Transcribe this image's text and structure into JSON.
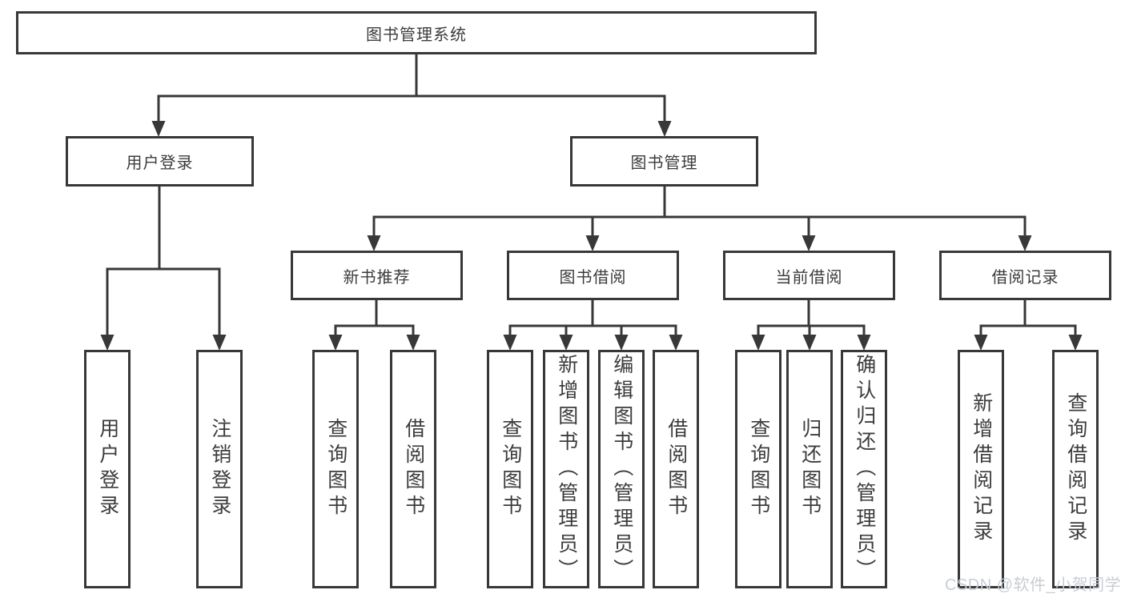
{
  "diagram": {
    "type": "tree",
    "root": {
      "label": "图书管理系统",
      "children": [
        {
          "label": "用户登录",
          "children": [
            {
              "label": "用户登录"
            },
            {
              "label": "注销登录"
            }
          ]
        },
        {
          "label": "图书管理",
          "children": [
            {
              "label": "新书推荐",
              "children": [
                {
                  "label": "查询图书"
                },
                {
                  "label": "借阅图书"
                }
              ]
            },
            {
              "label": "图书借阅",
              "children": [
                {
                  "label": "查询图书"
                },
                {
                  "label": "新增图书（管理员）"
                },
                {
                  "label": "编辑图书（管理员）"
                },
                {
                  "label": "借阅图书"
                }
              ]
            },
            {
              "label": "当前借阅",
              "children": [
                {
                  "label": "查询图书"
                },
                {
                  "label": "归还图书"
                },
                {
                  "label": "确认归还（管理员）"
                }
              ]
            },
            {
              "label": "借阅记录",
              "children": [
                {
                  "label": "新增借阅记录"
                },
                {
                  "label": "查询借阅记录"
                }
              ]
            }
          ]
        }
      ]
    }
  },
  "watermark": {
    "text": "CSDN @软件_小贺同学"
  },
  "colors": {
    "line": "#383838",
    "box_border": "#383838",
    "text": "#3c3c3c",
    "watermark": "#c8cdd4",
    "background": "#ffffff"
  }
}
